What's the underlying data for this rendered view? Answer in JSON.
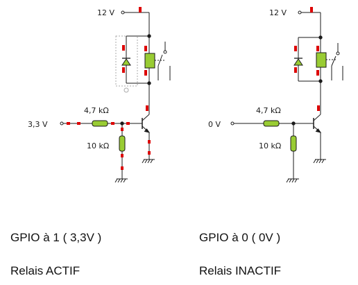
{
  "colors": {
    "wire": "#1a1a1a",
    "component": "#99cc33",
    "current_marker": "#dd0000",
    "selection_box": "#aaaaaa"
  },
  "left": {
    "supply_label": "12 V",
    "input_label": "3,3 V",
    "r_series_label": "4,7 kΩ",
    "r_pulldown_label": "10 kΩ",
    "caption_gpio": "GPIO à 1 ( 3,3V )",
    "caption_relay": "Relais ACTIF"
  },
  "right": {
    "supply_label": "12 V",
    "input_label": "0 V",
    "r_series_label": "4,7 kΩ",
    "r_pulldown_label": "10 kΩ",
    "caption_gpio": "GPIO à 0 ( 0V )",
    "caption_relay": "Relais INACTIF"
  }
}
